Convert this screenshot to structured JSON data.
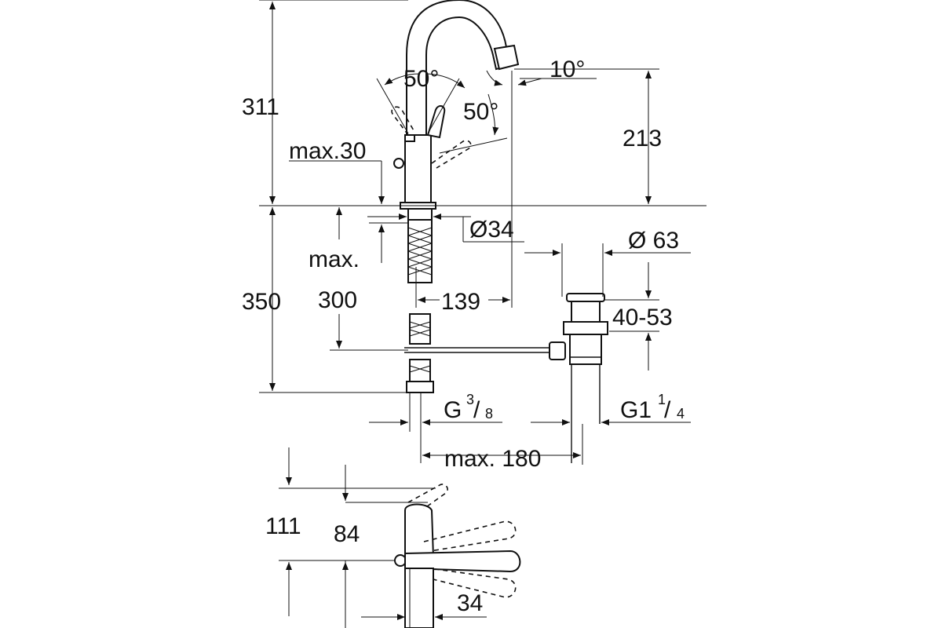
{
  "labels": {
    "dim_311": "311",
    "dim_350": "350",
    "dim_300": "300",
    "max_label": "max.",
    "max30": "max.30",
    "angle_50_left": "50°",
    "angle_50_right": "50°",
    "angle_10": "10°",
    "dim_213": "213",
    "dia_34": "Ø34",
    "dia_63": "Ø 63",
    "dim_139": "139",
    "dim_40_53": "40-53",
    "thread_g": "G",
    "thread_g_num": "3",
    "thread_g_den": "8",
    "thread_g1": "G1",
    "thread_g1_num": "1",
    "thread_g1_den": "4",
    "max180": "max. 180",
    "dim_111": "111",
    "dim_84": "84",
    "dim_34_bottom": "34"
  }
}
